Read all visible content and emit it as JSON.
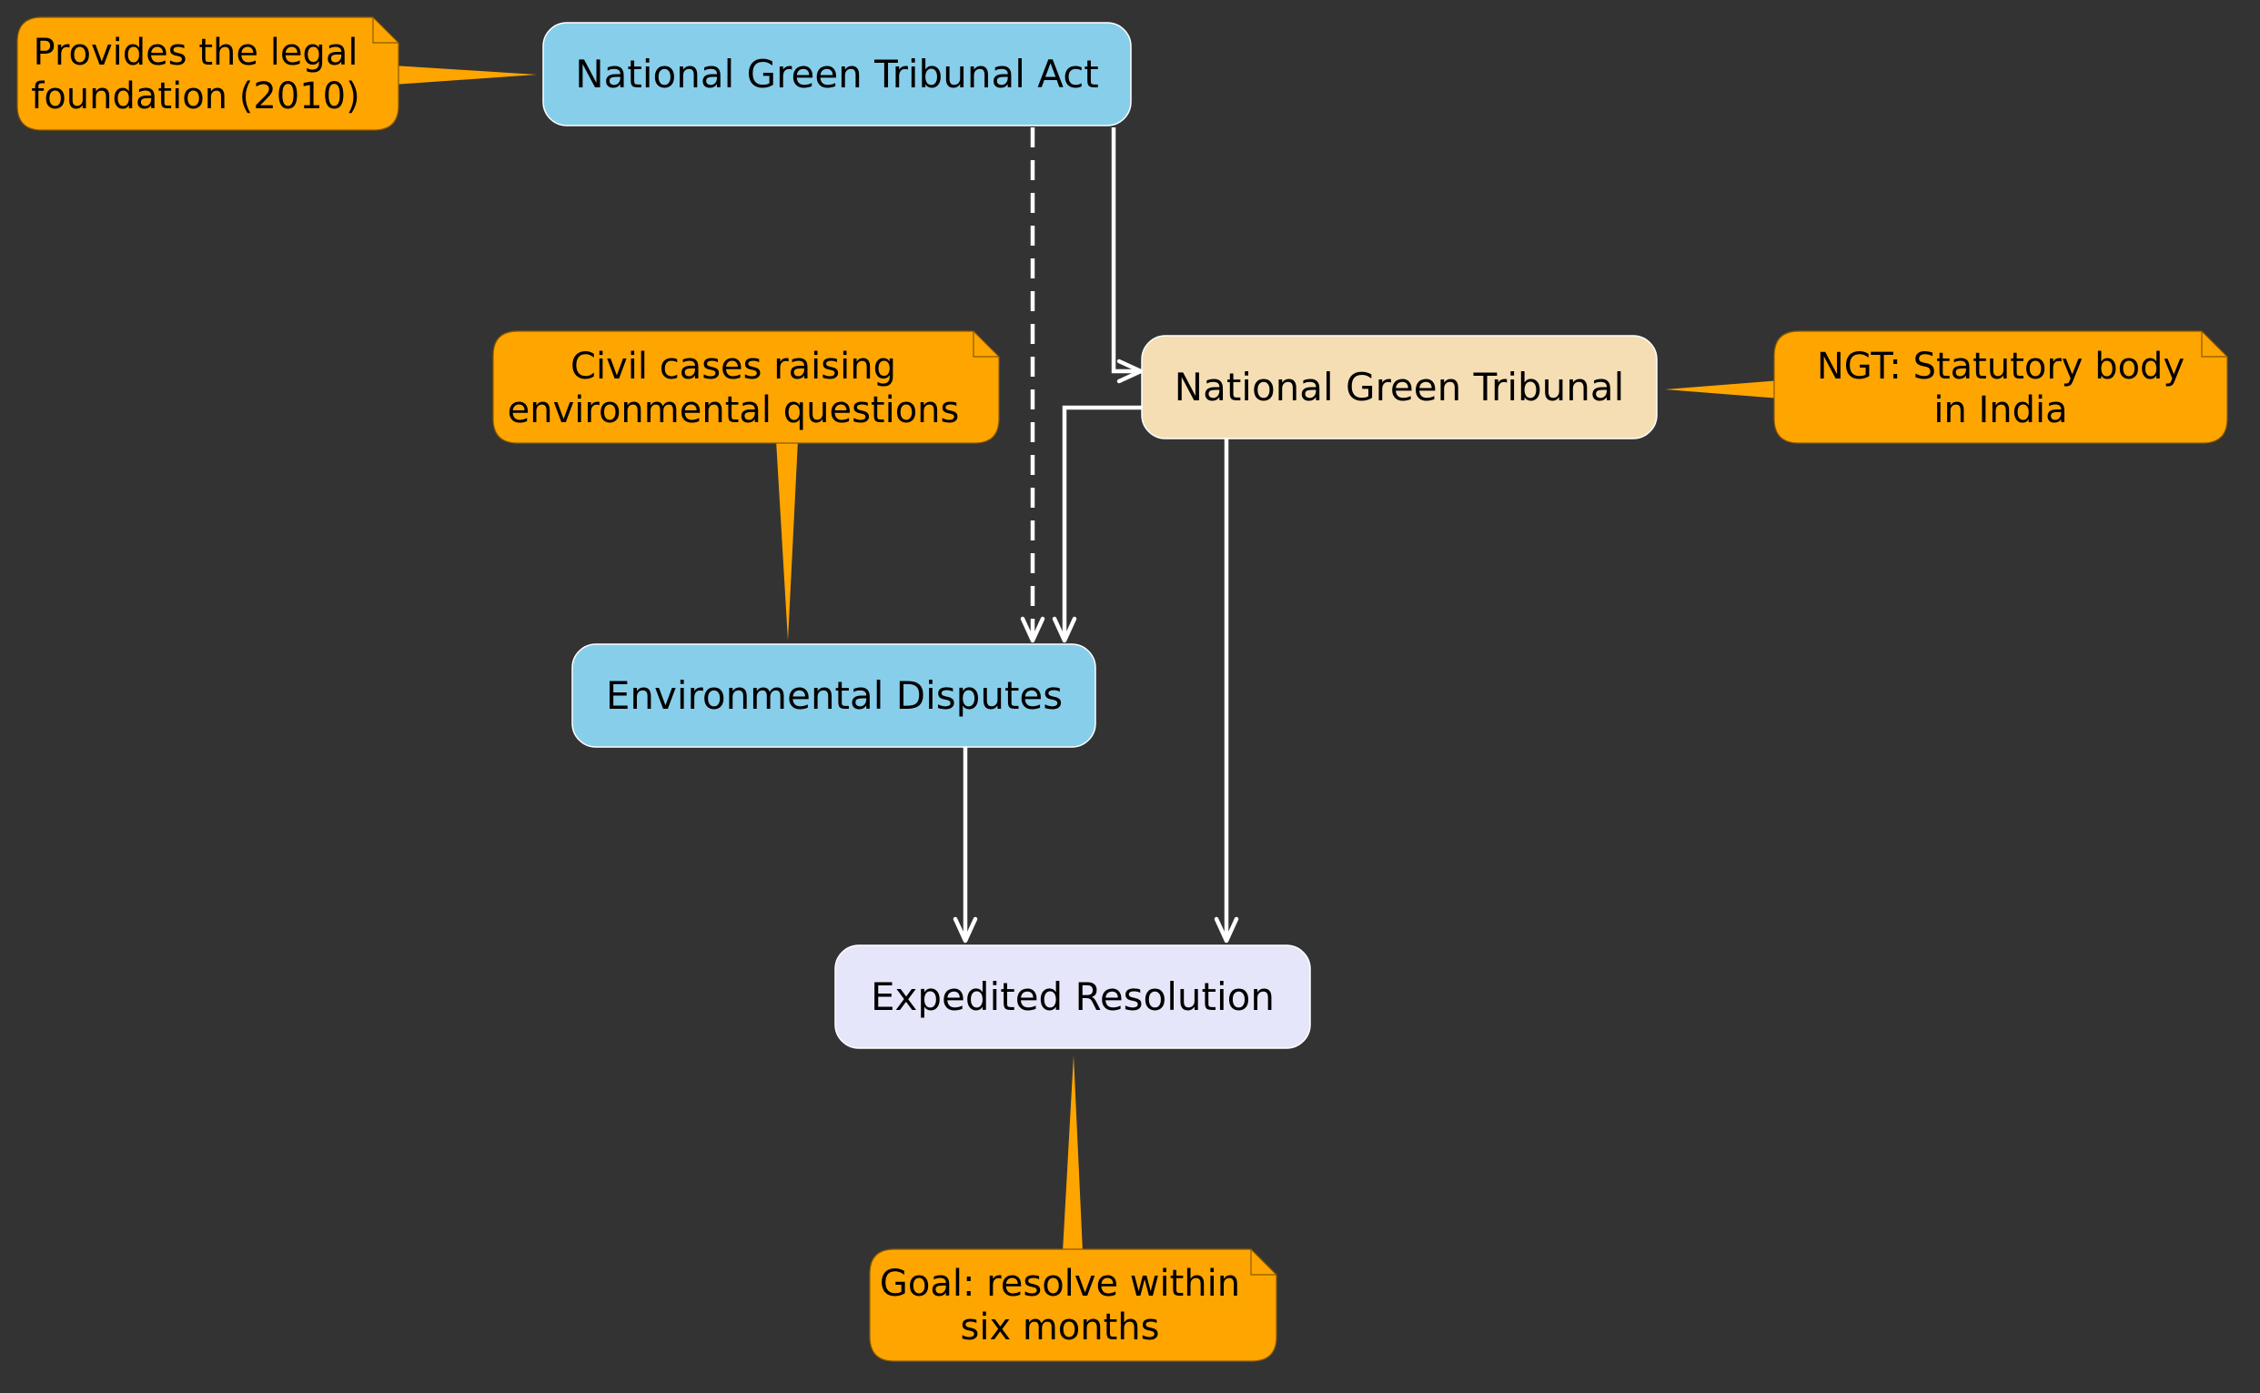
{
  "colors": {
    "background": "#333333",
    "act_node": "#87CEEB",
    "tribunal_node": "#F5DEB3",
    "disputes_node": "#87CEEB",
    "resolution_node": "#E6E6FA",
    "note": "#FFA500",
    "edge": "#FFFFFF"
  },
  "nodes": {
    "act": {
      "label": "National Green Tribunal Act"
    },
    "tribunal": {
      "label": "National Green Tribunal"
    },
    "disputes": {
      "label": "Environmental Disputes"
    },
    "resolution": {
      "label": "Expedited Resolution"
    }
  },
  "notes": {
    "act_note": {
      "lines": [
        "Provides the legal",
        "foundation (2010)"
      ]
    },
    "tribunal_note": {
      "lines": [
        "NGT: Statutory body",
        "in India"
      ]
    },
    "disputes_note": {
      "lines": [
        "Civil cases raising",
        "environmental questions"
      ]
    },
    "resolution_note": {
      "lines": [
        "Goal: resolve within",
        "six months"
      ]
    }
  },
  "edges": [
    {
      "from": "act",
      "to": "disputes",
      "style": "dashed"
    },
    {
      "from": "act",
      "to": "tribunal",
      "style": "solid"
    },
    {
      "from": "tribunal",
      "to": "disputes",
      "style": "solid"
    },
    {
      "from": "tribunal",
      "to": "resolution",
      "style": "solid"
    },
    {
      "from": "disputes",
      "to": "resolution",
      "style": "solid"
    }
  ]
}
